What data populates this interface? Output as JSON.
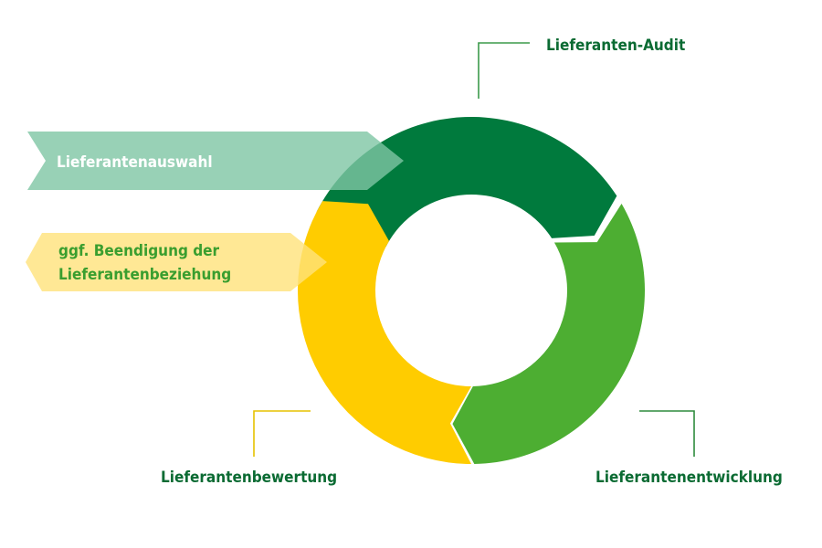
{
  "labels": {
    "audit": "Lieferanten-Audit",
    "entwicklung": "Lieferantenentwicklung",
    "bewertung": "Lieferantenbewertung",
    "auswahl": "Lieferantenauswahl",
    "beendigung_line1": "ggf. Beendigung der",
    "beendigung_line2": "Lieferantenbeziehung"
  },
  "colors": {
    "dark_green": "#007a3d",
    "light_green": "#4dae32",
    "yellow": "#ffcc00",
    "teal_arrow": "#7ec6a4",
    "yellow_arrow": "#ffe27a",
    "leader_audit": "#3b9a4a",
    "leader_entwicklung": "#2e8b3d",
    "leader_bewertung": "#e6c200",
    "text_dark": "#0b6b33",
    "text_green": "#3a9e2f"
  }
}
